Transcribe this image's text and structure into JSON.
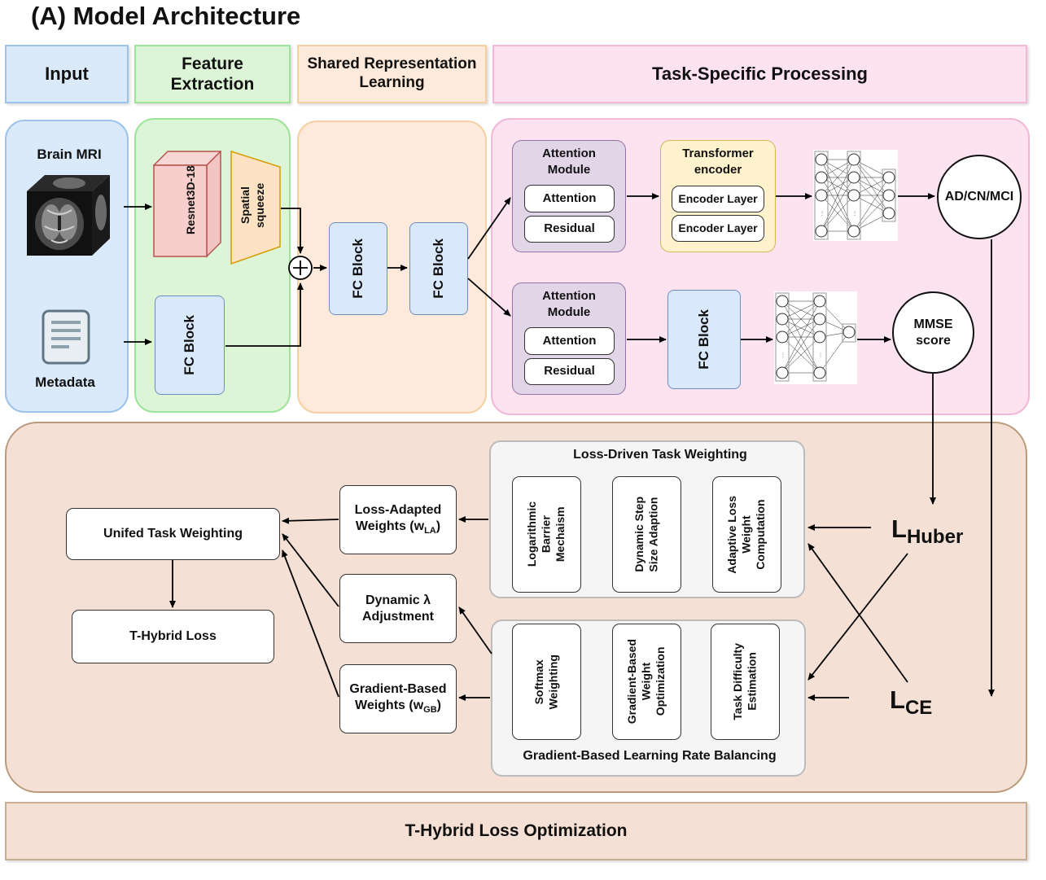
{
  "title": "(A) Model Architecture",
  "headers": {
    "input": "Input",
    "feature": "Feature\nExtraction",
    "shared": "Shared Representation\nLearning",
    "task": "Task-Specific Processing"
  },
  "input": {
    "mri_label": "Brain MRI",
    "meta_label": "Metadata"
  },
  "feature": {
    "resnet": "Resnet3D-18",
    "squeeze": "Spatial\nsqueeze",
    "fc": "FC Block"
  },
  "shared": {
    "fc1": "FC Block",
    "fc2": "FC Block"
  },
  "task": {
    "attn_module": "Attention\nModule",
    "attention": "Attention",
    "residual": "Residual",
    "transformer": "Transformer\nencoder",
    "encoder_layer": "Encoder Layer",
    "fc": "FC Block",
    "out1": "AD/CN/MCI",
    "out2": "MMSE\nscore"
  },
  "loss": {
    "loss_driven_title": "Loss-Driven Task Weighting",
    "ld_items": [
      "Logarithmic\nBarrier\nMechaism",
      "Dynamic Step\nSize Adaption",
      "Adaptive Loss\nWeight\nComputation"
    ],
    "gradient_title": "Gradient-Based Learning Rate Balancing",
    "gb_items": [
      "Softmax\nWeighting",
      "Gradient-Based\nWeight\nOptimization",
      "Task Difficulty\nEstimation"
    ],
    "la_weights": "Loss-Adapted\nWeights (w",
    "la_sub": "LA",
    "dyn_lambda": "Dynamic λ\nAdjustment",
    "gb_weights": "Gradient-Based\nWeights (w",
    "gb_sub": "GB",
    "unified": "Unifed Task Weighting",
    "thybrid": "T-Hybrid Loss",
    "l_huber_main": "L",
    "l_huber_sub": "Huber",
    "l_ce_main": "L",
    "l_ce_sub": "CE"
  },
  "footer": "T-Hybrid Loss Optimization",
  "colors": {
    "input_bg": "#dbeafa",
    "input_border": "#9cc3ea",
    "feature_bg": "#dcf5d6",
    "feature_border": "#9fe39a",
    "shared_bg": "#fdeadb",
    "shared_border": "#f7cfa6",
    "task_bg": "#fde2f0",
    "task_border": "#f2b8d8",
    "loss_bg": "#f4e0d5",
    "loss_border": "#b99a7c",
    "attn_bg": "#e1d5e7",
    "attn_border": "#9673a6",
    "trans_bg": "#fff2cc",
    "trans_border": "#d6b656",
    "fc_bg": "#dae8fc",
    "fc_border": "#6c8ebf"
  }
}
